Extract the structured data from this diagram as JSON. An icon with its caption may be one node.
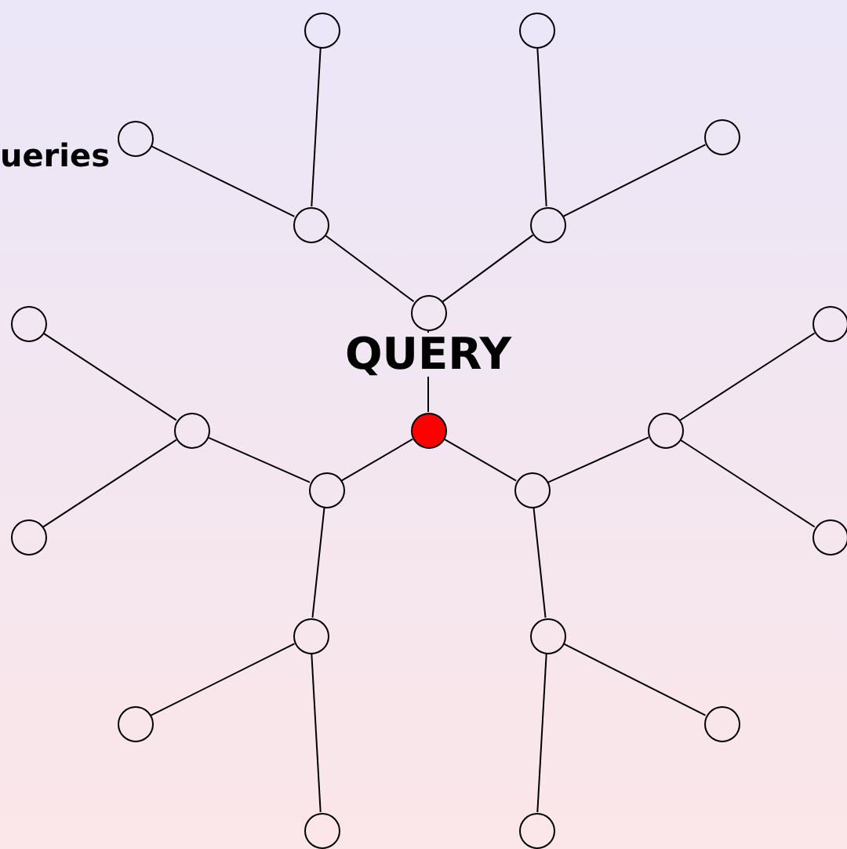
{
  "diagram": {
    "nodes": [
      {
        "text": [],
        "shape": "dot"
      },
      {
        "text": [],
        "shape": "circle"
      },
      {
        "text": [],
        "shape": "circle"
      },
      {
        "text": [],
        "shape": "circle"
      },
      {
        "text": [],
        "shape": "circle"
      },
      {
        "text": [],
        "shape": "circle"
      },
      {
        "text": [],
        "shape": "circle"
      },
      {
        "text": [],
        "shape": "circle"
      },
      {
        "text": [],
        "shape": "circle"
      },
      {
        "text": [],
        "shape": "circle"
      },
      {
        "text": [],
        "shape": "circle"
      },
      {
        "text": [],
        "shape": "circle"
      },
      {
        "text": [],
        "shape": "circle"
      },
      {
        "text": [],
        "shape": "circle"
      },
      {
        "text": [],
        "shape": "circle"
      },
      {
        "text": [],
        "shape": "circle"
      },
      {
        "text": [],
        "shape": "circle"
      },
      {
        "text": [],
        "shape": "circle"
      },
      {
        "text": [],
        "shape": "circle"
      },
      {
        "text": [],
        "shape": "circle"
      },
      {
        "text": [],
        "shape": "circle"
      },
      {
        "text": [],
        "shape": "circle"
      }
    ],
    "edges": [
      {
        "from": 0,
        "to": 1,
        "arrow": "none"
      },
      {
        "from": 0,
        "to": 2,
        "arrow": "none"
      },
      {
        "from": 0,
        "to": 3,
        "arrow": "none"
      },
      {
        "from": 1,
        "to": 4,
        "arrow": "none"
      },
      {
        "from": 1,
        "to": 5,
        "arrow": "none"
      },
      {
        "from": 2,
        "to": 6,
        "arrow": "none"
      },
      {
        "from": 2,
        "to": 7,
        "arrow": "none"
      },
      {
        "from": 3,
        "to": 8,
        "arrow": "none"
      },
      {
        "from": 3,
        "to": 9,
        "arrow": "none"
      },
      {
        "from": 4,
        "to": 10,
        "arrow": "none"
      },
      {
        "from": 4,
        "to": 11,
        "arrow": "none"
      },
      {
        "from": 5,
        "to": 12,
        "arrow": "none"
      },
      {
        "from": 5,
        "to": 13,
        "arrow": "none"
      },
      {
        "from": 6,
        "to": 14,
        "arrow": "none"
      },
      {
        "from": 6,
        "to": 15,
        "arrow": "none"
      },
      {
        "from": 7,
        "to": 16,
        "arrow": "none"
      },
      {
        "from": 7,
        "to": 17,
        "arrow": "none"
      },
      {
        "from": 8,
        "to": 18,
        "arrow": "none"
      },
      {
        "from": 8,
        "to": 19,
        "arrow": "none"
      },
      {
        "from": 9,
        "to": 20,
        "arrow": "none"
      },
      {
        "from": 9,
        "to": 21,
        "arrow": "none"
      }
    ],
    "labels": [
      "ueries",
      "QUERY"
    ]
  }
}
